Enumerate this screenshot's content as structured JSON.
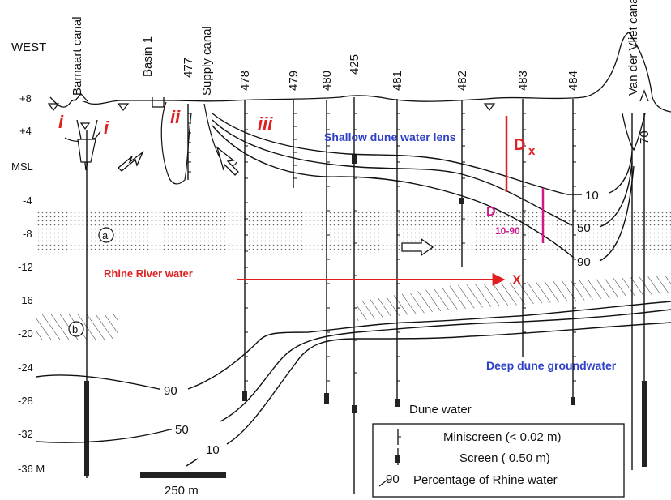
{
  "direction_label": "WEST",
  "depth_ticks": [
    "+8",
    "+4",
    "MSL",
    "-4",
    "-8",
    "-12",
    "-16",
    "-20",
    "-24",
    "-28",
    "-32",
    "-36 M"
  ],
  "wells": [
    "477",
    "478",
    "479",
    "480",
    "425",
    "481",
    "482",
    "483",
    "484",
    "70"
  ],
  "place_labels": {
    "barnaart": "Barnaart canal",
    "basin": "Basin 1",
    "supply": "Supply canal",
    "vliet": "Van der Vliet canal"
  },
  "zone_labels": [
    "i",
    "i",
    "ii",
    "iii"
  ],
  "layer_labels": [
    "a",
    "b"
  ],
  "contour_labels": [
    "10",
    "50",
    "90",
    "90",
    "50",
    "10"
  ],
  "annotations": {
    "shallow_lens": "Shallow dune water lens",
    "deep_groundwater": "Deep dune groundwater",
    "dune_water": "Dune water",
    "rhine_water": "Rhine River water",
    "d_upper": "D",
    "x_upper": "x",
    "d_lower": "D",
    "d_range": "10-90",
    "x_end": "X"
  },
  "legend": {
    "miniscreen": "Miniscreen (< 0.02 m)",
    "screen": "Screen ( 0.50 m)",
    "percentage_symbol": "90",
    "percentage": "Percentage of Rhine water"
  },
  "scale_bar": "250 m",
  "colors": {
    "red": "#e02020",
    "blue": "#3040c8",
    "magenta": "#d0188c"
  }
}
